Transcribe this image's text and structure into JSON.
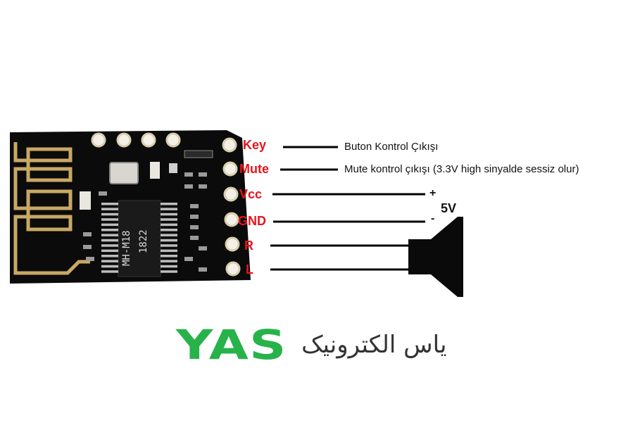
{
  "chip": {
    "model": "MH-M18",
    "date_code": "1822"
  },
  "pins": [
    {
      "label": "Key",
      "description": "Buton Kontrol Çıkışı"
    },
    {
      "label": "Mute",
      "description": "Mute kontrol çıkışı (3.3V high sinyalde sessiz olur)"
    },
    {
      "label": "Vcc",
      "description": ""
    },
    {
      "label": "GND",
      "description": ""
    },
    {
      "label": "R",
      "description": ""
    },
    {
      "label": "L",
      "description": ""
    }
  ],
  "power": {
    "plus": "+",
    "minus": "-",
    "voltage": "5V"
  },
  "brand": {
    "logo": "YAS",
    "name_fa": "یاس الکترونیک",
    "logo_color": "#27b34a"
  },
  "colors": {
    "pin_label": "#e8141b",
    "board": "#0b0b0b",
    "antenna": "#c9a865"
  }
}
